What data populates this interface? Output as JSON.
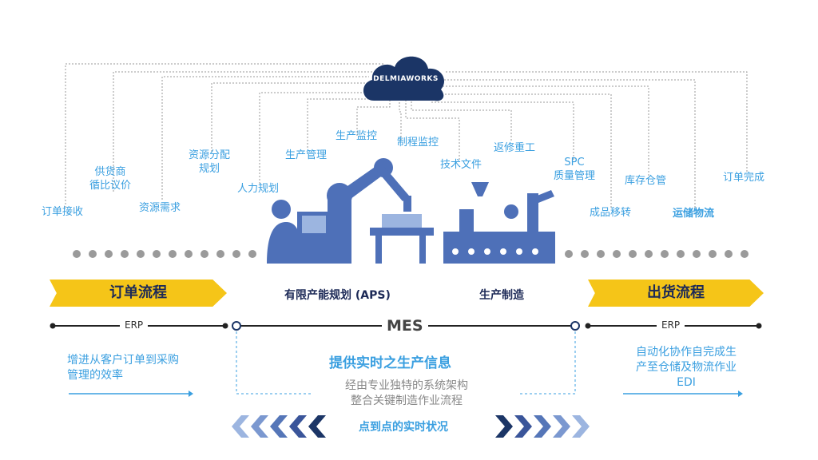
{
  "logo": {
    "text": "DELMIAWORKS"
  },
  "process_labels": {
    "order_receive": "订单接收",
    "supply_quote": "供货商\n循比议价",
    "resource_demand": "资源需求",
    "resource_alloc": "资源分配\n规划",
    "manpower": "人力规划",
    "prod_mgmt": "生产管理",
    "prod_monitor": "生产监控",
    "process_monitor": "制程监控",
    "tech_docs": "技术文件",
    "rework": "返修重工",
    "spc_quality": "SPC\n质量管理",
    "finished_move": "成品移转",
    "inventory": "库存仓管",
    "logistics": "运储物流",
    "order_done": "订单完成"
  },
  "bands": {
    "order_flow": "订单流程",
    "aps": "有限产能规划 (APS)",
    "manufacturing": "生产制造",
    "shipping_flow": "出货流程"
  },
  "lines": {
    "erp_left": "ERP",
    "mes": "MES",
    "erp_right": "ERP"
  },
  "left_text": "增进从客户订单到采购\n管理的效率",
  "center_title": "提供实时之生产信息",
  "center_sub": "经由专业独特的系统架构\n整合关键制造作业流程",
  "right_text": "自动化协作自完成生\n产至仓储及物流作业\nEDI",
  "bottom_label": "点到点的实时状况",
  "colors": {
    "accent_blue": "#3a9fe0",
    "dark_navy": "#1d2a57",
    "yellow": "#f5c518",
    "cloud": "#1b3566",
    "robot": "#4e70b8"
  }
}
